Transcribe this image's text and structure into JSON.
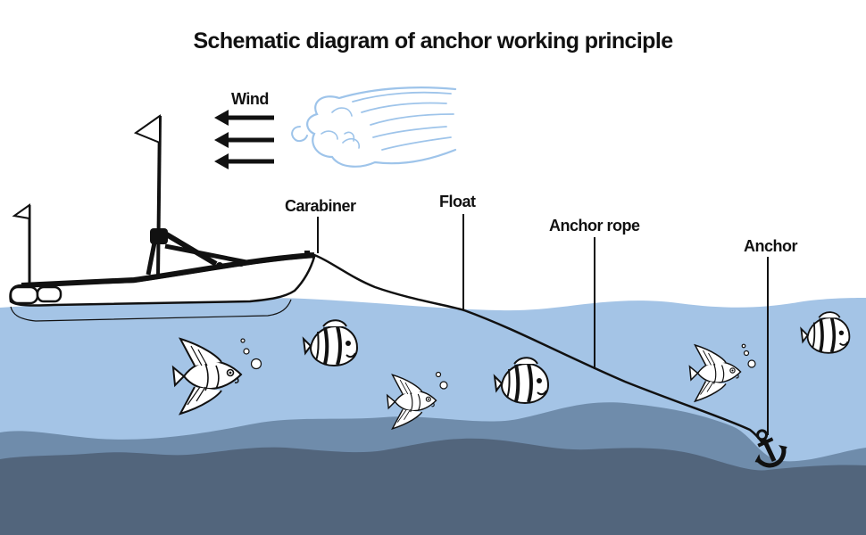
{
  "title": "Schematic diagram of anchor working principle",
  "labels": {
    "wind": "Wind",
    "carabiner": "Carabiner",
    "float": "Float",
    "anchor_rope": "Anchor rope",
    "anchor": "Anchor"
  },
  "colors": {
    "water": "#a4c4e6",
    "seabed_middle": "#6f8cab",
    "seabed_deep": "#52657c",
    "outline": "#111111",
    "cloud_accent": "#9ec4ea"
  },
  "icons": [
    "boat-icon",
    "wind-arrows-icon",
    "wind-cloud-icon",
    "angelfish-icon",
    "clownfish-icon",
    "anchor-icon"
  ]
}
